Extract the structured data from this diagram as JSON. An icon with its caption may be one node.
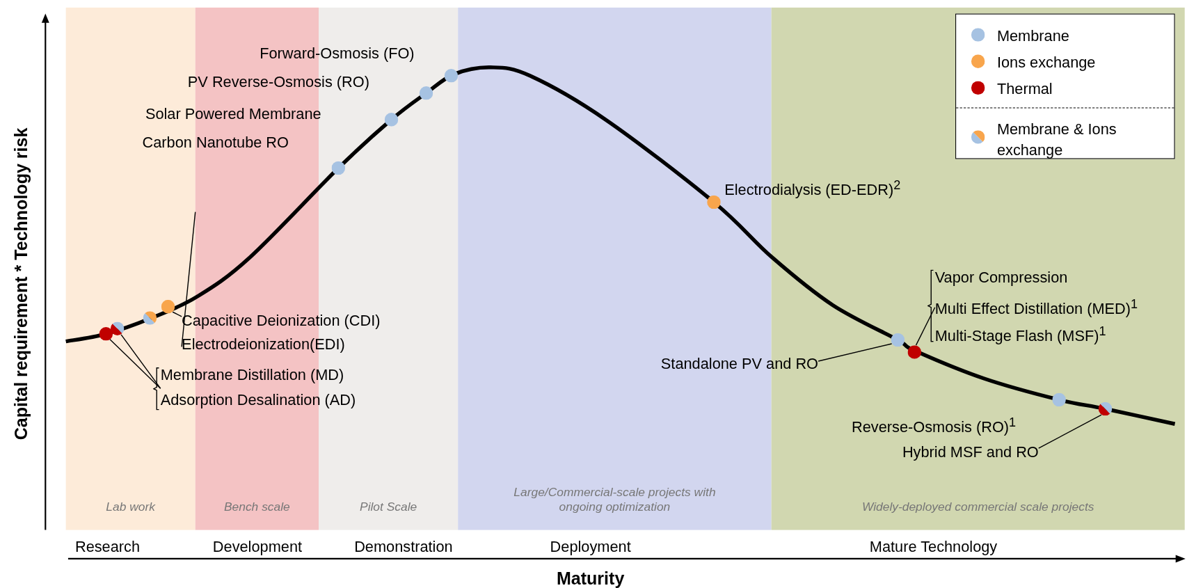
{
  "diagram": {
    "nodes": [
      {
        "text": [
          "Lab work"
        ]
      },
      {
        "text": [
          "Bench scale"
        ]
      },
      {
        "text": [
          "Pilot Scale"
        ]
      },
      {
        "text": [
          "Large/Commercial-scale projects with ongoing optimization"
        ]
      },
      {
        "text": [
          "Widely-deployed commercial scale projects"
        ]
      },
      {
        "text": [],
        "shape": "circle",
        "in": 0
      },
      {
        "text": [],
        "shape": "circle",
        "in": 0
      },
      {
        "text": [],
        "shape": "circle",
        "in": 0
      },
      {
        "text": [],
        "shape": "circle",
        "in": 0
      },
      {
        "text": [],
        "shape": "circle",
        "in": 2
      },
      {
        "text": [],
        "shape": "circle",
        "in": 2
      },
      {
        "text": [],
        "shape": "circle",
        "in": 2
      },
      {
        "text": [],
        "shape": "circle",
        "in": 2
      },
      {
        "text": [],
        "shape": "circle",
        "in": 3,
        "beside": [
          "Electrodialysis (ED-EDR)$^{2}$"
        ]
      },
      {
        "text": [],
        "shape": "circle",
        "in": 4
      },
      {
        "text": [],
        "shape": "circle",
        "in": 4
      },
      {
        "text": [],
        "shape": "circle",
        "in": 4
      },
      {
        "text": [],
        "shape": "circle",
        "in": 4
      },
      {
        "text": [
          "Capacitive Deionization (CDI)",
          "Electrodeionization(EDI)"
        ]
      },
      {
        "text": [
          "Membrane Distillation (MD)",
          "Adsorption Desalination (AD)"
        ]
      },
      {
        "text": [
          "Vapor Compression",
          "Multi Effect Distillation (MED)$^{1}$",
          "Multi-Stage Flash (MSF)$^{1}$"
        ],
        "in": 4
      },
      {
        "text": [
          "Standalone PV and RO"
        ]
      },
      {
        "text": [
          "Hybrid MSF and RO"
        ],
        "in": 4
      }
    ],
    "edges": [
      {
        "from": 18,
        "to": 8,
        "arrow": "none"
      },
      {
        "from": 18,
        "to": 1,
        "arrow": "none"
      },
      {
        "from": 19,
        "to": 5,
        "arrow": "none"
      },
      {
        "from": 19,
        "to": 6,
        "arrow": "none"
      },
      {
        "from": 20,
        "to": 15,
        "arrow": "none"
      },
      {
        "from": 21,
        "to": 14,
        "arrow": "none"
      },
      {
        "from": 22,
        "to": 17,
        "arrow": "none"
      }
    ],
    "labels": [
      "Capital requirement * Technology risk",
      "Forward-Osmosis (FO)",
      "PV Reverse-Osmosis (RO)",
      "Solar Powered Membrane",
      "Carbon Nanotube RO",
      "Reverse-Osmosis (RO)$^{1}$",
      "Research",
      "Development",
      "Demonstration",
      "Deployment",
      "Mature Technology",
      "Maturity"
    ],
    "legend": [
      {
        "text": "Membrane",
        "color": "#a6c2e2"
      },
      {
        "text": "Ions exchange",
        "color": "#f8a54c"
      },
      {
        "text": "Thermal",
        "color": "#c00000"
      },
      {
        "text": "Membrane & Ions exchange"
      }
    ]
  }
}
